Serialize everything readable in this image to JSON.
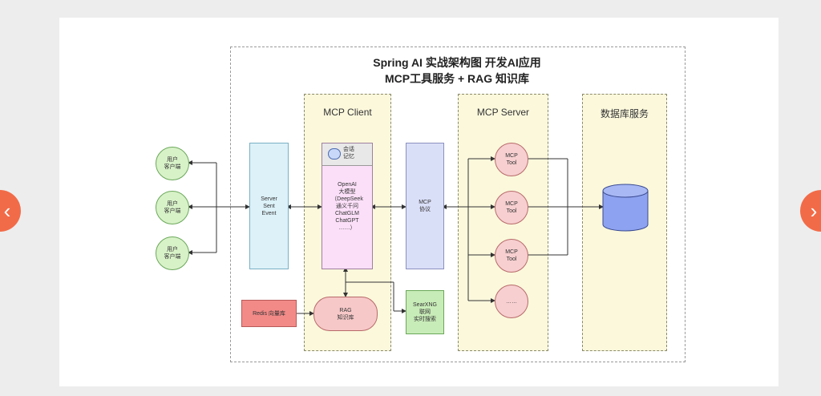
{
  "diagram": {
    "title_line1": "Spring AI 实战架构图 开发AI应用",
    "title_line2": "MCP工具服务 + RAG 知识库",
    "columns": {
      "client": "MCP Client",
      "server": "MCP Server",
      "db": "数据库服务"
    },
    "users": [
      "用户\n客户端",
      "用户\n客户端",
      "用户\n客户端"
    ],
    "sse": "Server\nSent\nEvent",
    "memory": "会话\n记忆",
    "llm": "OpenAI\n大模型\n（DeepSeek\n通义千问\nChatGLM\nChatGPT\n……）",
    "mcp_protocol": "MCP\n协议",
    "redis": "Redis 向量库",
    "rag": "RAG\n知识库",
    "searxng": "SearXNG\n联网\n实时搜索",
    "tools": [
      "MCP\nTool",
      "MCP\nTool",
      "MCP\nTool",
      "……"
    ]
  },
  "colors": {
    "accent_nav": "#f26b48",
    "database": "#8da2f0",
    "column_bg": "#fbf8dc"
  }
}
